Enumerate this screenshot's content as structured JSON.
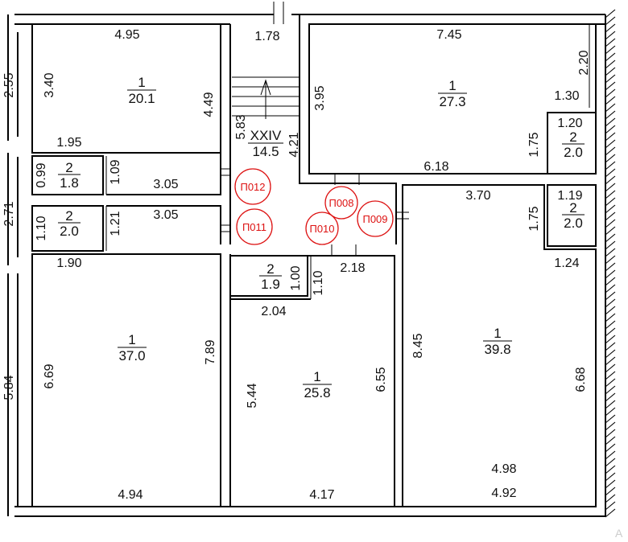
{
  "rooms": {
    "r1": {
      "num": "1",
      "area": "20.1"
    },
    "r2": {
      "num": "1",
      "area": "27.3"
    },
    "r3": {
      "num": "2",
      "area": "1.8"
    },
    "r4": {
      "num": "2",
      "area": "2.0"
    },
    "r5": {
      "num": "2",
      "area": "2.0"
    },
    "r6": {
      "num": "2",
      "area": "2.0"
    },
    "r7": {
      "num": "1",
      "area": "37.0"
    },
    "r8": {
      "num": "2",
      "area": "1.9"
    },
    "r9": {
      "num": "1",
      "area": "25.8"
    },
    "r10": {
      "num": "1",
      "area": "39.8"
    },
    "hall": {
      "num": "XXIV",
      "area": "14.5"
    }
  },
  "dims": {
    "d_495": "4.95",
    "d_178": "1.78",
    "d_745": "7.45",
    "d_255": "2.55",
    "d_340": "3.40",
    "d_449": "4.49",
    "d_583": "5.83",
    "d_395": "3.95",
    "d_421": "4.21",
    "d_220": "2.20",
    "d_130": "1.30",
    "d_120": "1.20",
    "d_175a": "1.75",
    "d_195": "1.95",
    "d_099": "0.99",
    "d_109": "1.09",
    "d_305a": "3.05",
    "d_618": "6.18",
    "d_271": "2.71",
    "d_110a": "1.10",
    "d_121": "1.21",
    "d_305b": "3.05",
    "d_370": "3.70",
    "d_119": "1.19",
    "d_175b": "1.75",
    "d_190": "1.90",
    "d_100": "1.00",
    "d_110b": "1.10",
    "d_218": "2.18",
    "d_124": "1.24",
    "d_204": "2.04",
    "d_789": "7.89",
    "d_669": "6.69",
    "d_544": "5.44",
    "d_655": "6.55",
    "d_845": "8.45",
    "d_668": "6.68",
    "d_584": "5.84",
    "d_494": "4.94",
    "d_417": "4.17",
    "d_498": "4.98",
    "d_492": "4.92"
  },
  "tags": {
    "p012": "П012",
    "p011": "П011",
    "p008": "П008",
    "p010": "П010",
    "p009": "П009"
  },
  "watermark": "A"
}
